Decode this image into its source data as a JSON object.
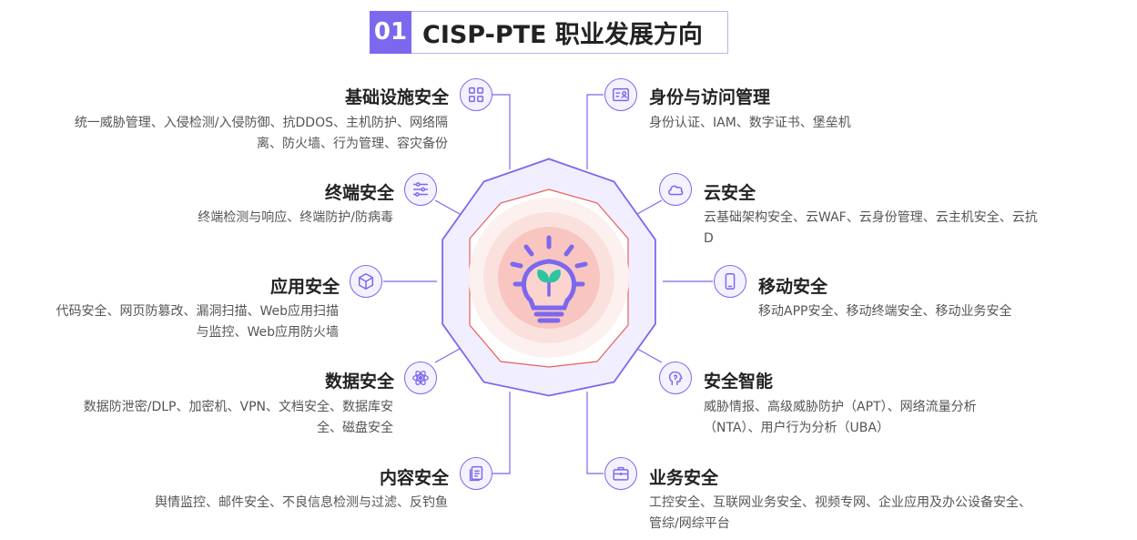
{
  "title": {
    "number": "01",
    "text": "CISP-PTE 职业发展方向"
  },
  "left_items": [
    {
      "label": "基础设施安全",
      "icon": "grid-icon",
      "desc": [
        "统一威胁管理、入侵检测/入侵防御、抗DDOS、主机防护、网络隔",
        "离、防火墙、行为管理、容灾备份"
      ]
    },
    {
      "label": "终端安全",
      "icon": "sliders-icon",
      "desc": [
        "终端检测与响应、终端防护/防病毒"
      ]
    },
    {
      "label": "应用安全",
      "icon": "cube-icon",
      "desc": [
        "代码安全、网页防篡改、漏洞扫描、Web应用扫描",
        "与监控、Web应用防火墙"
      ]
    },
    {
      "label": "数据安全",
      "icon": "atom-icon",
      "desc": [
        "数据防泄密/DLP、加密机、VPN、文档安全、数据库安",
        "全、磁盘安全"
      ]
    },
    {
      "label": "内容安全",
      "icon": "documents-icon",
      "desc": [
        "舆情监控、邮件安全、不良信息检测与过滤、反钓鱼"
      ]
    }
  ],
  "right_items": [
    {
      "label": "身份与访问管理",
      "icon": "id-card-icon",
      "desc": [
        "身份认证、IAM、数字证书、堡垒机"
      ]
    },
    {
      "label": "云安全",
      "icon": "cloud-icon",
      "desc": [
        "云基础架构安全、云WAF、云身份管理、云主机安全、云抗",
        "D"
      ]
    },
    {
      "label": "移动安全",
      "icon": "phone-icon",
      "desc": [
        "移动APP安全、移动终端安全、移动业务安全"
      ]
    },
    {
      "label": "安全智能",
      "icon": "brain-icon",
      "desc": [
        "威胁情报、高级威胁防护（APT）、网络流量分析",
        "（NTA）、用户行为分析（UBA）"
      ]
    },
    {
      "label": "业务安全",
      "icon": "briefcase-icon",
      "desc": [
        "工控安全、互联网业务安全、视频专网、企业应用及办公设备安全、",
        "管综/网综平台"
      ]
    }
  ],
  "colors": {
    "accent": "#7b68ee",
    "inner_red": "#e8605a",
    "center_pink": "#f9c5c0"
  }
}
